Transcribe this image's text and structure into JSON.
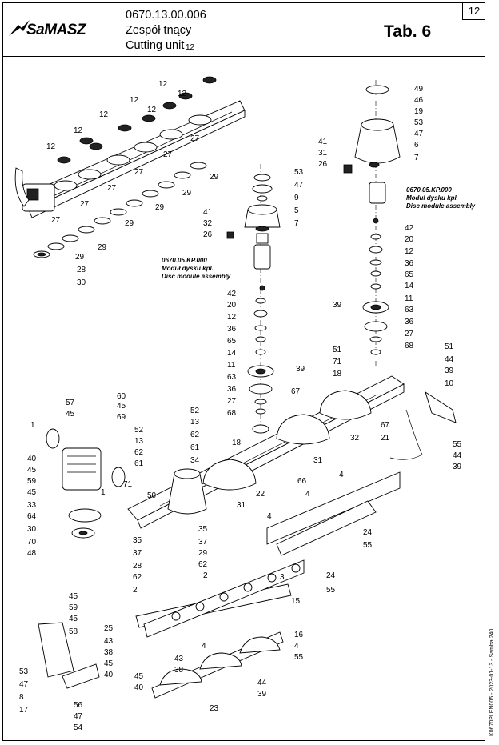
{
  "header": {
    "brand": "SaMASZ",
    "part_number": "0670.13.00.006",
    "title_pl": "Zespół tnący",
    "title_en": "Cutting unit",
    "tab": "Tab. 6",
    "page": "12"
  },
  "module_notes": {
    "left": [
      "0670.05.KP.000",
      "Moduł dysku kpl.",
      "Disc module assembly"
    ],
    "right": [
      "0670.05.KP.000",
      "Moduł dysku kpl.",
      "Disc module assembly"
    ]
  },
  "doc_id": "K0670PLEN005 - 2023-01-13 - Samba 240",
  "callouts": {
    "top_left": [
      "12",
      "12",
      "12",
      "12",
      "12",
      "12",
      "12",
      "12",
      "27",
      "27",
      "27",
      "27",
      "27",
      "27",
      "29",
      "29",
      "29",
      "29",
      "29",
      "29",
      "28",
      "30"
    ],
    "center_stack": [
      "53",
      "47",
      "9",
      "5",
      "7",
      "41",
      "32",
      "26",
      "42",
      "20",
      "12",
      "36",
      "65",
      "14",
      "11",
      "39",
      "63",
      "36",
      "27",
      "68"
    ],
    "right_stack": [
      "49",
      "46",
      "19",
      "53",
      "47",
      "6",
      "7",
      "41",
      "31",
      "26",
      "42",
      "20",
      "12",
      "36",
      "65",
      "14",
      "39",
      "11",
      "63",
      "36",
      "27",
      "68"
    ],
    "bar": [
      "51",
      "71",
      "18",
      "67",
      "32",
      "31",
      "18",
      "31",
      "22",
      "66",
      "4",
      "4",
      "4",
      "3",
      "24",
      "55",
      "24",
      "55",
      "15",
      "16",
      "4",
      "55",
      "44",
      "39",
      "23",
      "51",
      "44",
      "39",
      "10",
      "21",
      "67",
      "55",
      "44",
      "39"
    ],
    "left_gearbox": [
      "57",
      "45",
      "60",
      "45",
      "69",
      "1",
      "40",
      "45",
      "59",
      "45",
      "33",
      "64",
      "30",
      "70",
      "48",
      "1"
    ],
    "left_disc": [
      "52",
      "13",
      "62",
      "61",
      "52",
      "13",
      "62",
      "61",
      "34",
      "71",
      "50",
      "35",
      "35",
      "37",
      "37",
      "29",
      "28",
      "62",
      "62",
      "2",
      "2"
    ],
    "bottom_left": [
      "45",
      "59",
      "45",
      "58",
      "25",
      "43",
      "38",
      "45",
      "40",
      "45",
      "40",
      "43",
      "38",
      "53",
      "47",
      "8",
      "17",
      "56",
      "47",
      "54",
      "4"
    ]
  }
}
